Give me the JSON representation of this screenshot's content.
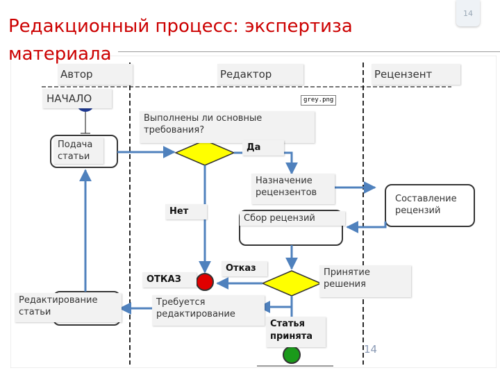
{
  "slide": {
    "title": "Редакционный процесс: экспертиза материала",
    "page_number": "14",
    "footer_number": "14"
  },
  "lanes": {
    "author": "Автор",
    "editor": "Редактор",
    "reviewer": "Рецензент"
  },
  "nodes": {
    "start": "НАЧАЛО",
    "submit": "Подача статьи",
    "requirements_question": "Выполнены ли основные требования?",
    "yes_label": "Да",
    "no_label": "Нет",
    "assign_reviewers": "Назначение рецензентов",
    "write_reviews": "Составление рецензий",
    "collect_reviews": "Сбор рецензий",
    "decision": "Принятие решения",
    "reject_end": "ОТКАЗ",
    "reject_label": "Отказ",
    "needs_editing": "Требуется редактирование",
    "edit_article": "Редактирование статьи",
    "accepted": "Статья принята",
    "image_tag": "grey.png"
  },
  "colors": {
    "title": "#cc0000",
    "flow_arrow": "#4f81bd",
    "decision_fill": "#ffff00",
    "start_node": "#1f3a93",
    "reject_node": "#e00000",
    "accept_node": "#1a9a1a"
  }
}
